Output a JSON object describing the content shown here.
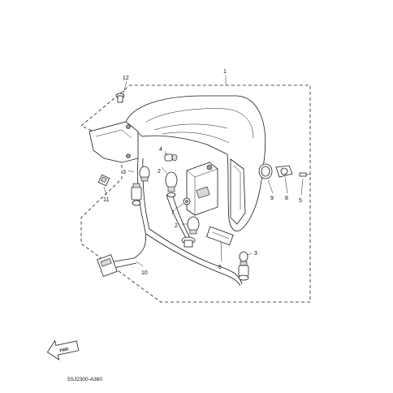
{
  "diagram": {
    "drawing_code": "5SJ2300-A360",
    "fwd_label": "FWD",
    "callouts": {
      "c1": "1",
      "c2a": "2",
      "c2b": "2",
      "c3a": "3",
      "c3b": "3",
      "c4": "4",
      "c5": "5",
      "c6": "6",
      "c7": "7",
      "c8": "8",
      "c9": "9",
      "c10": "10",
      "c11": "11",
      "c12": "12"
    }
  }
}
